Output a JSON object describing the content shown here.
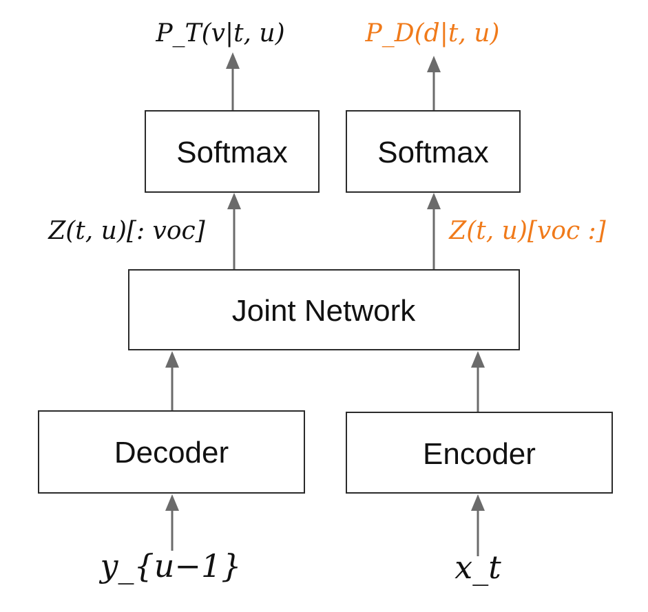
{
  "colors": {
    "text": "#111111",
    "accent": "#f07a1a",
    "arrow": "#6b6b6b",
    "box_border": "#2a2a2a"
  },
  "boxes": {
    "softmax_left": "Softmax",
    "softmax_right": "Softmax",
    "joint_network": "Joint Network",
    "decoder": "Decoder",
    "encoder": "Encoder"
  },
  "labels": {
    "p_t": "P_T(v|t, u)",
    "p_d": "P_D(d|t, u)",
    "z_left": "Z(t, u)[: voc]",
    "z_right": "Z(t, u)[voc :]",
    "y_input": "y_{u−1}",
    "x_input": "x_t"
  }
}
